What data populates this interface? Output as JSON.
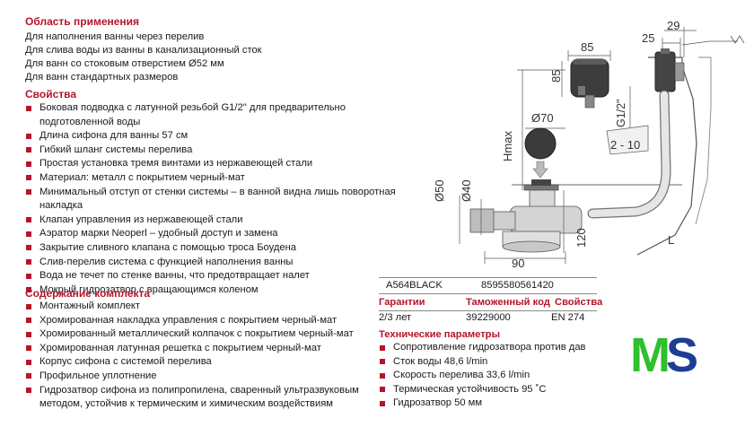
{
  "application": {
    "title": "Область применения",
    "items": [
      "Для наполнения ванны через перелив",
      "Для слива воды из ванны в канализационный сток",
      "Для ванн со стоковым отверстием Ø52 мм",
      "Для ванн стандартных размеров"
    ]
  },
  "properties": {
    "title": "Свойства",
    "items": [
      "Боковая подводка с латунной резьбой G1/2\" для предварительно",
      "подготовленной воды",
      "Длина сифона для ванны 57 см",
      "Гибкий шланг системы перелива",
      "Простая установка тремя винтами из нержавеющей стали",
      "Материал: металл с покрытием черный-мат",
      "Минимальный отступ от стенки системы – в ванной видна лишь поворотная",
      "накладка",
      "Клапан управления из нержавеющей стали",
      "Аэратор марки Neoperl – удобный доступ и замена",
      "Закрытие сливного клапана с помощью троса Боудена",
      "Слив-перелив система с функцией наполнения ванны",
      "Вода не течет по стенке ванны, что предотвращает налет",
      "Мокрый гидрозатвор с вращающимся коленом"
    ]
  },
  "package": {
    "title": "Содержание комплекта",
    "items": [
      "Монтажный комплект",
      "Хромированная накладка управления с покрытием черный-мат",
      "Хромированный металлический колпачок с покрытием черный-мат",
      "Хромированная латунная решетка с покрытием черный-мат",
      "Корпус сифона с системой перелива",
      "Профильное уплотнение",
      "Гидрозатвор сифона из полипропилена, сваренный ультразвуковым",
      "методом, устойчив к термическим и химическим воздействиям"
    ]
  },
  "product": {
    "model": "A564BLACK",
    "ean": "8595580561420",
    "warranty_label": "Гарантии",
    "warranty_value": "2/3 лет",
    "customs_label": "Таможенный код",
    "customs_value": "39229000",
    "props_label": "Свойства",
    "props_value": "EN 274"
  },
  "tech": {
    "title": "Технические параметры",
    "items": [
      "Сопротивление гидрозатвора против дав",
      "Сток воды 48,6 l/min",
      "Скорость перелива 33,6 l/min",
      "Термическая устойчивость 95 ˚C",
      "Гидрозатвор 50 мм"
    ]
  },
  "diagram": {
    "dim_85_top": "85",
    "dim_85_side": "85",
    "dim_25": "25",
    "dim_29": "29",
    "dim_g12": "G1/2\"",
    "dim_d70": "Ø70",
    "dim_hmax": "Hmax",
    "dim_2_10": "2 - 10",
    "dim_d50": "Ø50",
    "dim_d40": "Ø40",
    "dim_120": "120",
    "dim_90": "90",
    "dim_l": "L"
  },
  "logo": {
    "m": "M",
    "s": "S"
  },
  "colors": {
    "accent": "#b5152b",
    "logo_green": "#2fbf2f",
    "logo_blue": "#1d3e93"
  }
}
